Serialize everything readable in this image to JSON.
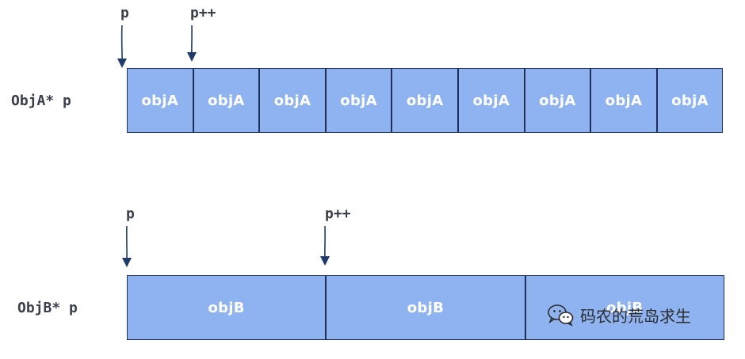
{
  "rows": [
    {
      "label": "ObjA* p",
      "pointers": [
        "p",
        "p++"
      ],
      "cells": [
        "objA",
        "objA",
        "objA",
        "objA",
        "objA",
        "objA",
        "objA",
        "objA",
        "objA"
      ]
    },
    {
      "label": "ObjB* p",
      "pointers": [
        "p",
        "p++"
      ],
      "cells": [
        "objB",
        "objB",
        "objB"
      ]
    }
  ],
  "watermark": {
    "text": "码农的荒岛求生",
    "icon": "wechat-icon"
  },
  "colors": {
    "cell_fill": "#8fb3f0",
    "cell_border": "#1f2f5a",
    "arrow": "#1f3a6b",
    "text": "#3a3f4b"
  }
}
